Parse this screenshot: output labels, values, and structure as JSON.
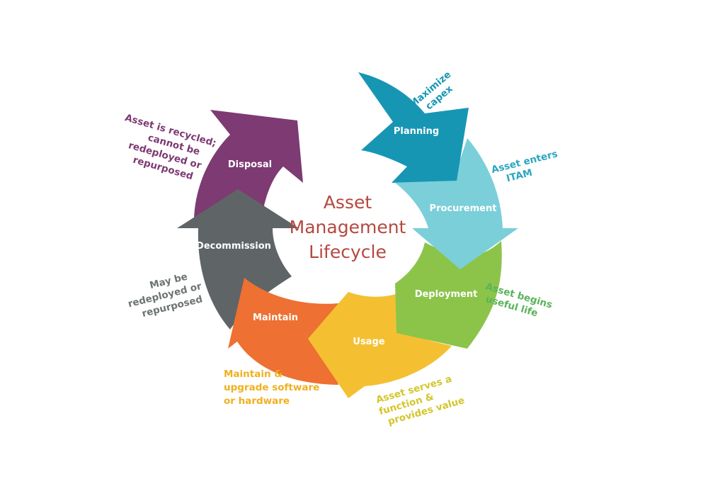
{
  "title": {
    "line1": "Asset",
    "line2": "Management",
    "line3": "Lifecycle"
  },
  "stages": {
    "planning": {
      "label": "Planning",
      "color": "#1796b4"
    },
    "procurement": {
      "label": "Procurement",
      "color": "#7bcfd9"
    },
    "deployment": {
      "label": "Deployment",
      "color": "#8cc44a"
    },
    "usage": {
      "label": "Usage",
      "color": "#f4c032"
    },
    "maintain": {
      "label": "Maintain",
      "color": "#ee7032"
    },
    "decommission": {
      "label": "Decommission",
      "color": "#5f6566"
    },
    "disposal": {
      "label": "Disposal",
      "color": "#7d3a73"
    }
  },
  "annotations": {
    "planning": {
      "lines": [
        "Maximize",
        "capex"
      ],
      "color": "#1796b4"
    },
    "procurement": {
      "lines": [
        "Asset enters",
        "ITAM"
      ],
      "color": "#2aa7c1"
    },
    "deployment": {
      "lines": [
        "Asset begins",
        "useful life"
      ],
      "color": "#58b45a"
    },
    "usage": {
      "lines": [
        "Asset serves a",
        "function &",
        "provides value"
      ],
      "color": "#d4c62c"
    },
    "maintain": {
      "lines": [
        "Maintain &",
        "upgrade software",
        "or hardware"
      ],
      "color": "#f0b020"
    },
    "decommission": {
      "lines": [
        "May be",
        "redeployed or",
        "repurposed"
      ],
      "color": "#6d7374"
    },
    "disposal": {
      "lines": [
        "Asset is recycled;",
        "cannot be",
        "redeployed or",
        "repurposed"
      ],
      "color": "#7d3a73"
    }
  }
}
